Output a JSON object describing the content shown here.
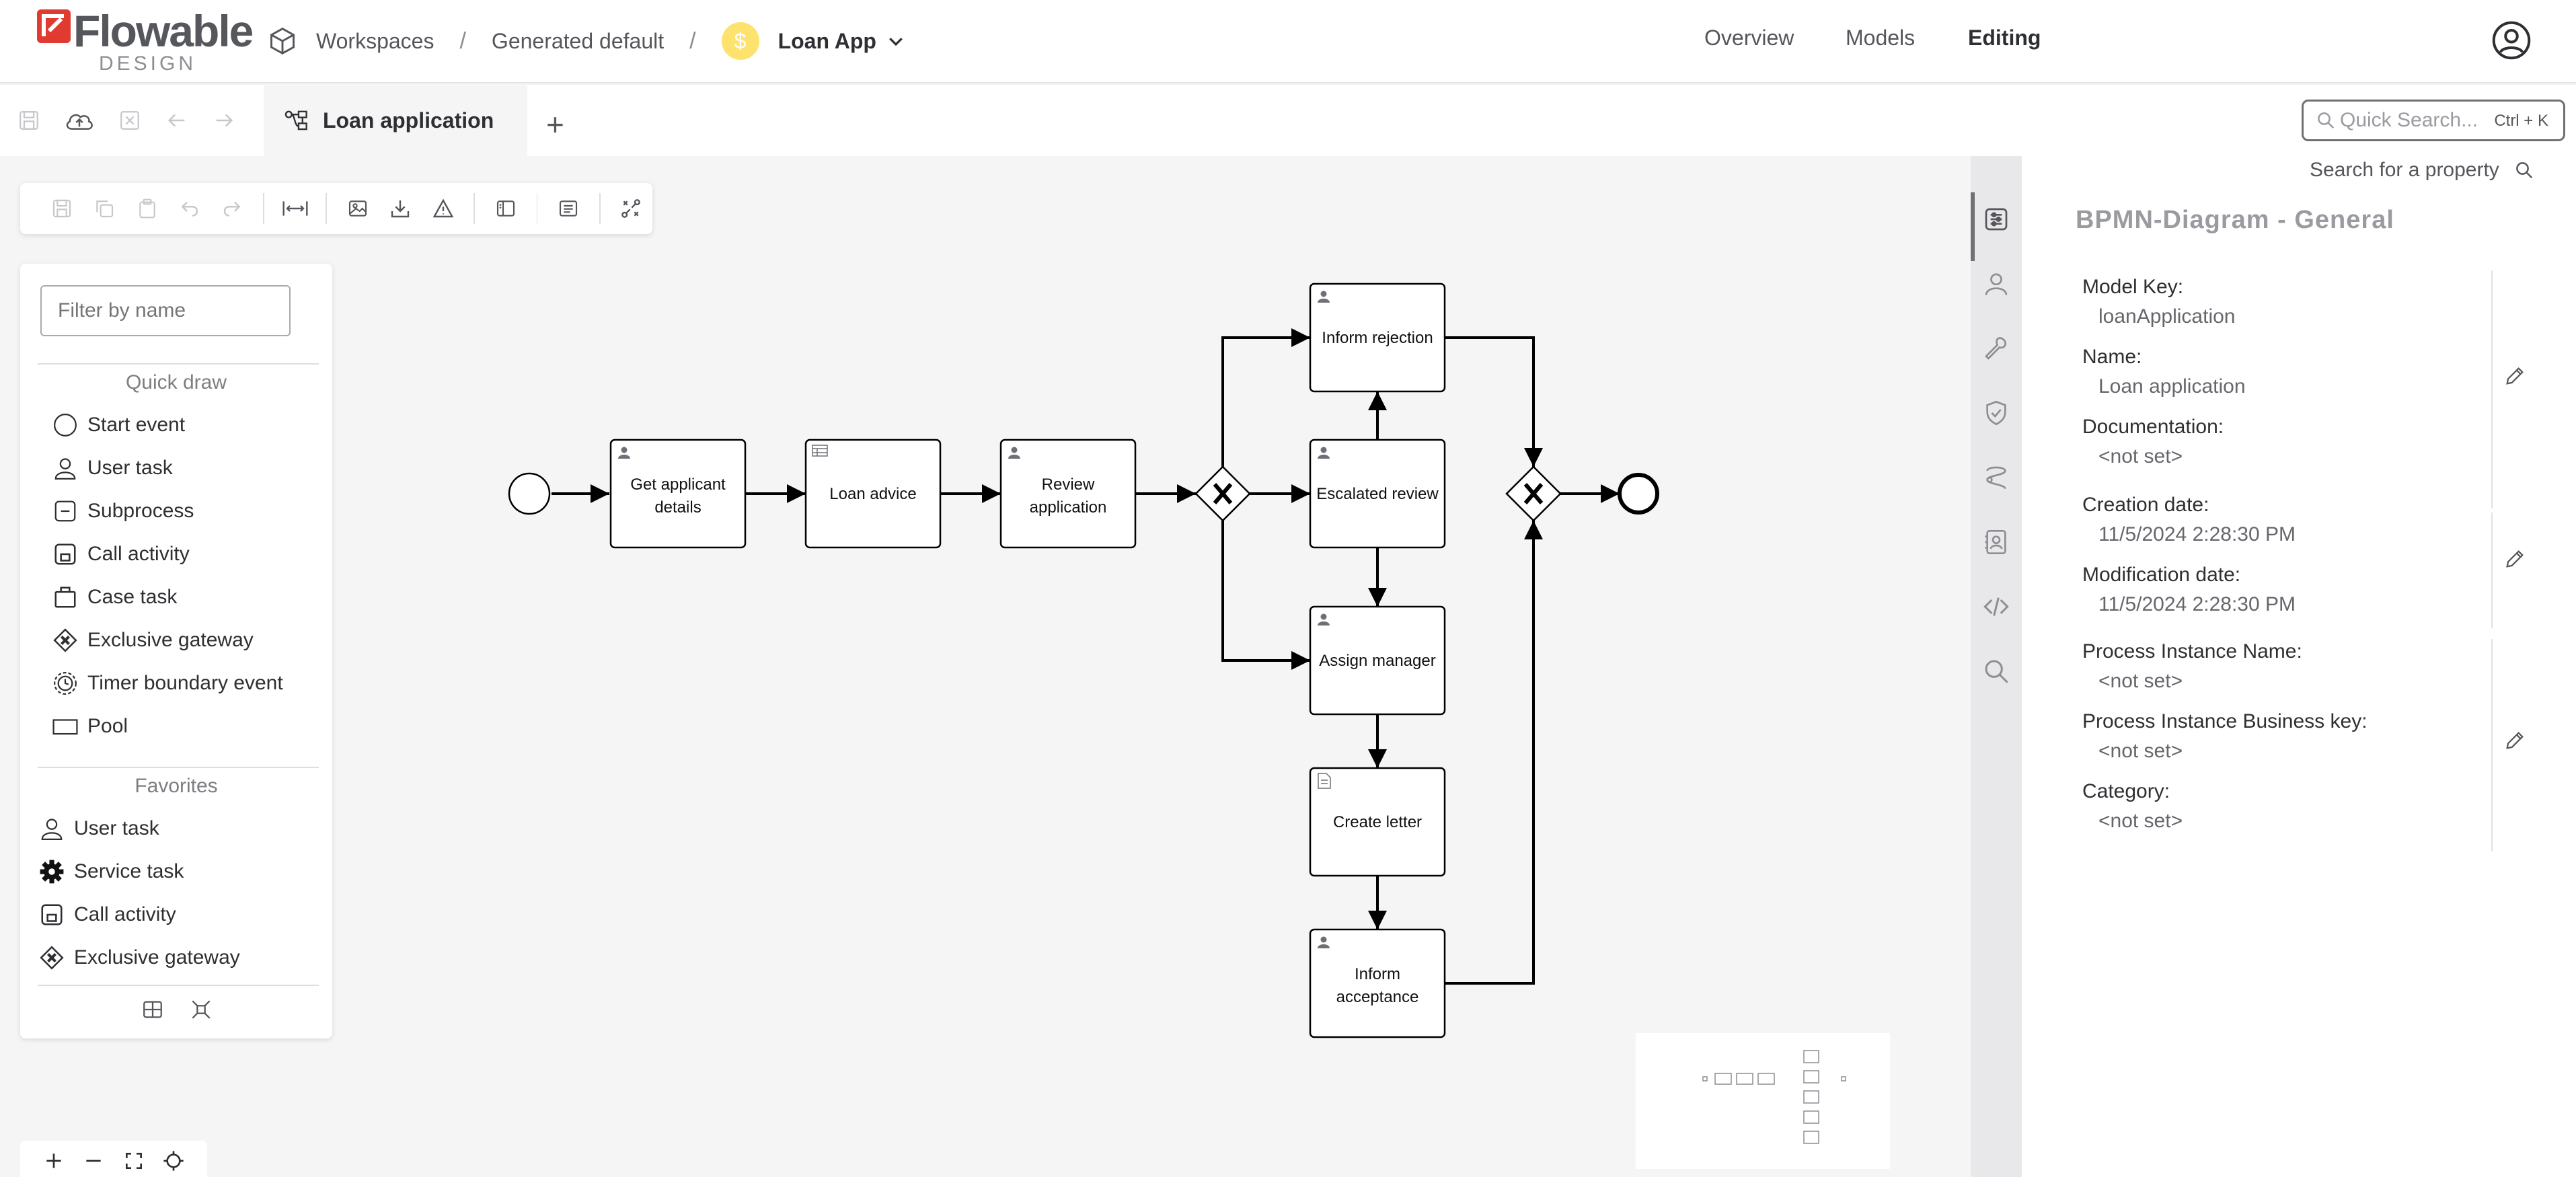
{
  "brand": {
    "name": "Flowable",
    "sub": "DESIGN"
  },
  "breadcrumb": {
    "workspaces": "Workspaces",
    "generated": "Generated default",
    "separator": "/",
    "app_badge": "$",
    "app": "Loan App"
  },
  "nav": {
    "overview": "Overview",
    "models": "Models",
    "editing": "Editing"
  },
  "tab": {
    "label": "Loan application",
    "add": "+"
  },
  "quick_search": {
    "placeholder": "Quick Search...",
    "shortcut": "Ctrl + K"
  },
  "palette": {
    "filter_placeholder": "Filter by name",
    "quick_draw_title": "Quick draw",
    "quick_draw": [
      "Start event",
      "User task",
      "Subprocess",
      "Call activity",
      "Case task",
      "Exclusive gateway",
      "Timer boundary event",
      "Pool"
    ],
    "favorites_title": "Favorites",
    "favorites": [
      "User task",
      "Service task",
      "Call activity",
      "Exclusive gateway"
    ]
  },
  "diagram": {
    "tasks": {
      "get_applicant_1": "Get applicant",
      "get_applicant_2": "details",
      "loan_advice": "Loan advice",
      "review_1": "Review",
      "review_2": "application",
      "inform_rejection": "Inform rejection",
      "escalated_review": "Escalated review",
      "assign_manager": "Assign manager",
      "create_letter": "Create letter",
      "inform_acceptance_1": "Inform",
      "inform_acceptance_2": "acceptance"
    }
  },
  "properties": {
    "search_label": "Search for a property",
    "title": "BPMN-Diagram - General",
    "model_key_label": "Model Key:",
    "model_key": "loanApplication",
    "name_label": "Name:",
    "name": "Loan application",
    "documentation_label": "Documentation:",
    "documentation": "<not set>",
    "creation_label": "Creation date:",
    "creation": "11/5/2024 2:28:30 PM",
    "modification_label": "Modification date:",
    "modification": "11/5/2024 2:28:30 PM",
    "pi_name_label": "Process Instance Name:",
    "pi_name": "<not set>",
    "pi_key_label": "Process Instance Business key:",
    "pi_key": "<not set>",
    "category_label": "Category:",
    "category": "<not set>"
  },
  "colors": {
    "accent": "#e03a31",
    "badge": "#fde36e",
    "text": "#2f2f33",
    "muted": "#9a9ba0"
  },
  "icons": {
    "header": [
      "cube-icon",
      "chevron-down-icon",
      "user-circle-icon"
    ],
    "tab_tools": [
      "save-icon",
      "upload-icon",
      "close-icon",
      "back-arrow-icon",
      "forward-arrow-icon"
    ],
    "toolbar": [
      "save-icon",
      "copy-icon",
      "paste-icon",
      "undo-icon",
      "redo-icon",
      "fit-width-icon",
      "image-icon",
      "download-icon",
      "warning-icon",
      "panel-icon",
      "list-icon",
      "route-icon"
    ],
    "rail": [
      "sliders-icon",
      "user-icon",
      "wrench-icon",
      "shield-check-icon",
      "flow-icon",
      "contact-card-icon",
      "code-icon",
      "search-icon"
    ]
  }
}
